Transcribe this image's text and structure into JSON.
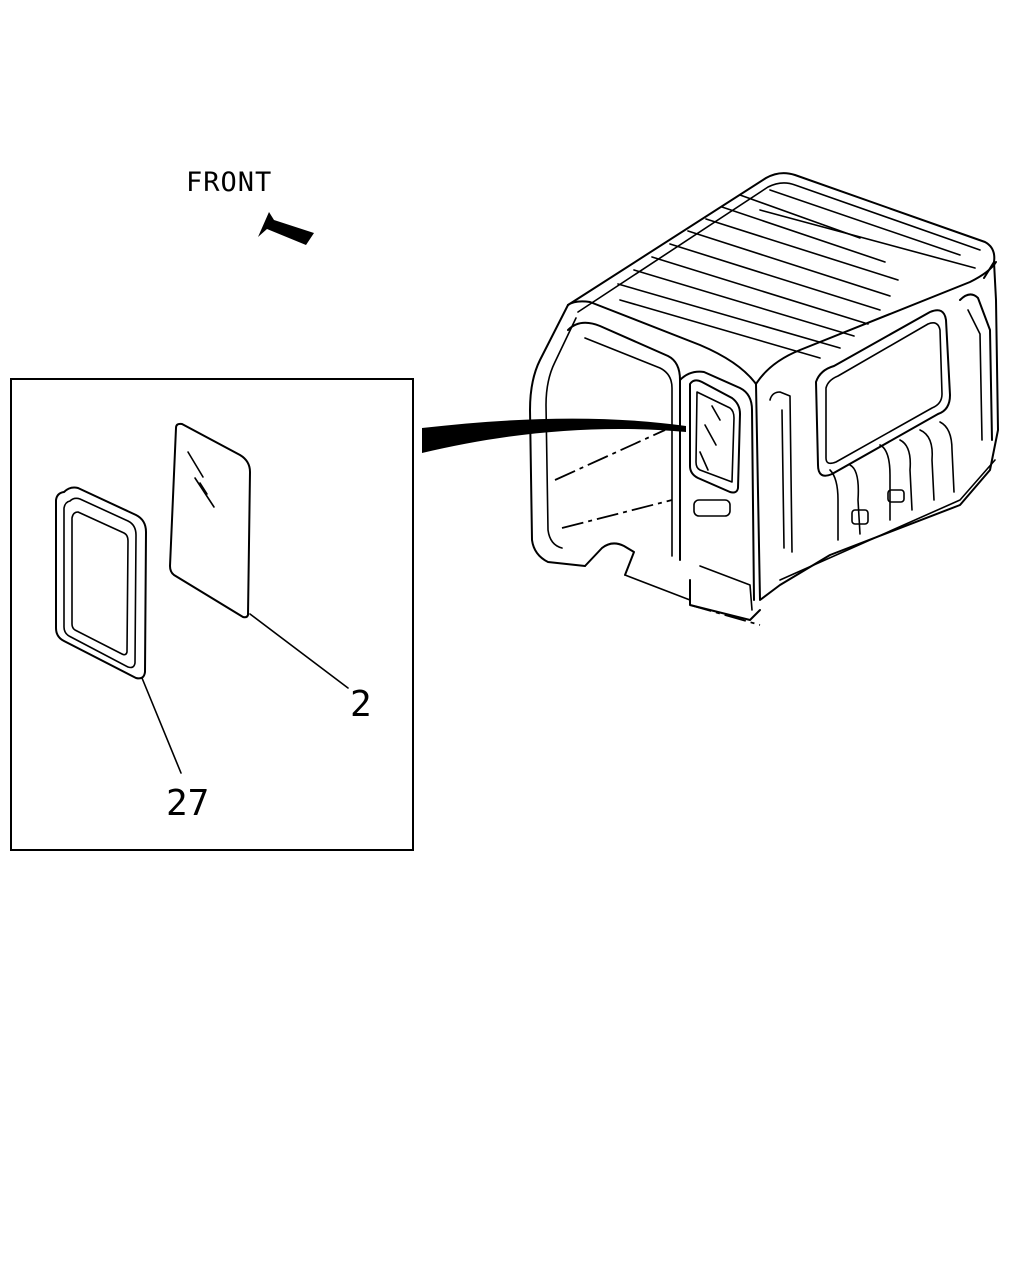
{
  "labels": {
    "front": "FRONT"
  },
  "callouts": [
    {
      "number": "2",
      "part": "glass"
    },
    {
      "number": "27",
      "part": "weatherstrip"
    }
  ],
  "colors": {
    "line": "#000000",
    "background": "#ffffff"
  },
  "icons": {
    "direction": "front-arrow-icon"
  }
}
